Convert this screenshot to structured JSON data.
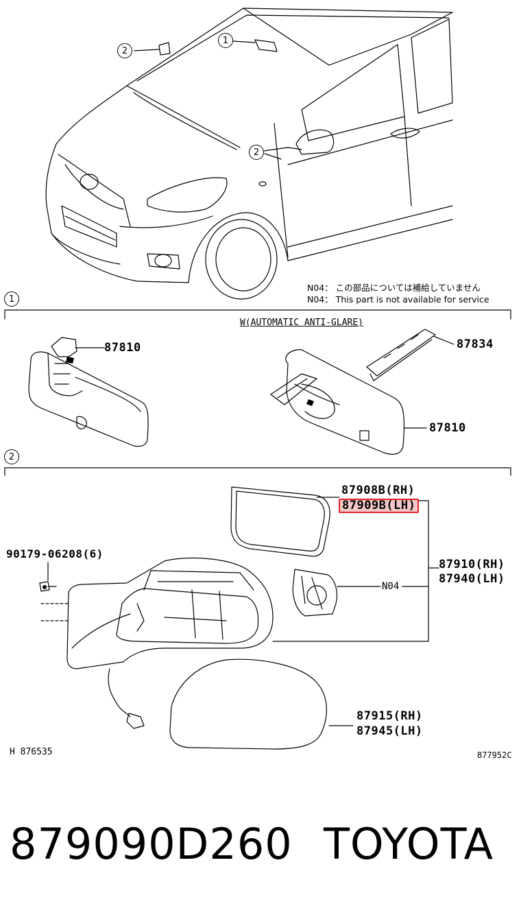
{
  "callouts": {
    "one": "1",
    "two": "2"
  },
  "notes": {
    "jp": "N04：  この部品については補給していません",
    "en": "N04：  This part is not available for service"
  },
  "section1": {
    "heading": "W(AUTOMATIC ANTI-GLARE)",
    "part_mirror_std": "87810",
    "part_bracket": "87834",
    "part_mirror_auto": "87810"
  },
  "section2": {
    "screw": "90179-06208(6)",
    "glass_rh": "87908B(RH)",
    "glass_lh": "87909B(LH)",
    "assy_rh": "87910(RH)",
    "assy_lh": "87940(LH)",
    "motor": "N04",
    "cover_rh": "87915(RH)",
    "cover_lh": "87945(LH)"
  },
  "footer": {
    "h_code": "H  876535",
    "fig_code": "877952C",
    "part_number": "879090D260",
    "brand": "TOYOTA"
  },
  "colors": {
    "highlight_border": "#e0202a",
    "highlight_fill": "#f4c8c8"
  }
}
